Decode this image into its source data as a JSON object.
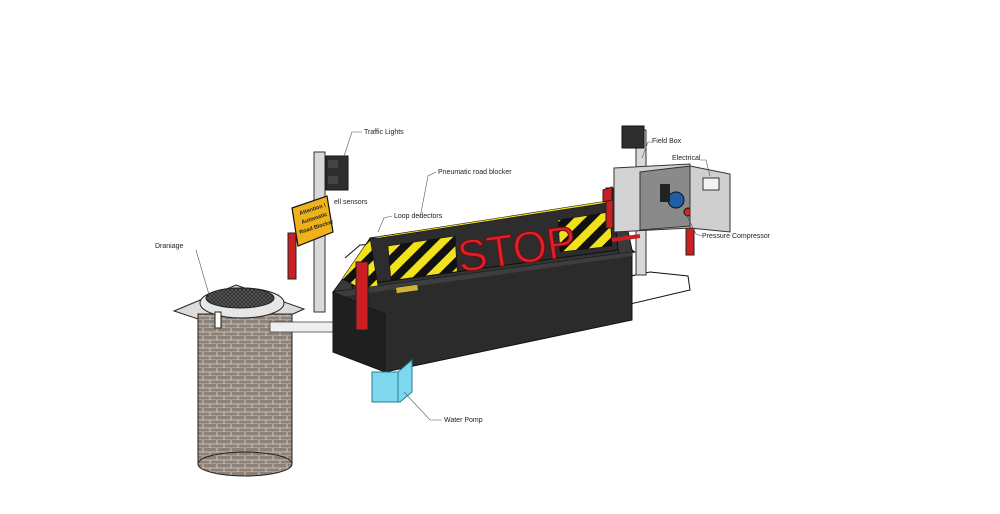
{
  "labels": {
    "traffic_lights": "Traffic Lights",
    "cell_sensors": "ell sensors",
    "pneumatic_road_blocker": "Pneumatic road blocker",
    "loop_detectors": "Loop dedectors",
    "draniage": "Draniage",
    "water_pump": "Water Pomp",
    "field_box": "Field Box",
    "electrical": "Electrical",
    "pressure_compressor": "Pressure Compressor"
  },
  "stop_text": "STOP",
  "sign_text": [
    "Attention !",
    "Automatic",
    "Road Blocker"
  ],
  "colors": {
    "blocker_body": "#2b2b2b",
    "hazard_yellow": "#f2e21c",
    "stop_red": "#e01f26",
    "post_red": "#cc1f24",
    "pump_cyan": "#7fd7ee",
    "brick": "#8e8278"
  }
}
